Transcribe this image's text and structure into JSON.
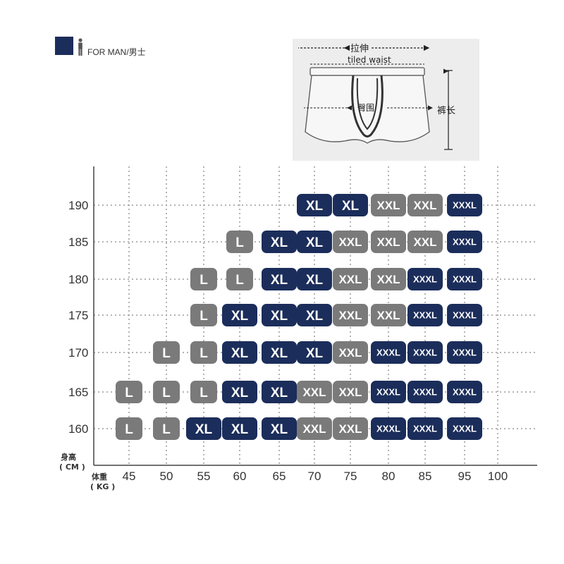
{
  "header": {
    "label": "FOR MAN/男士",
    "swatch_color": "#1b2d5a",
    "icon": "person-icon"
  },
  "diagram": {
    "stretch_label": "拉伸",
    "waist_label": "tiled waist",
    "hip_label": "臀围",
    "length_label": "裤长"
  },
  "chart_data": {
    "type": "table",
    "title": "",
    "x_axis": {
      "label_line1": "体重",
      "label_line2": "( KG )",
      "ticks": [
        45,
        50,
        55,
        60,
        65,
        70,
        75,
        80,
        85,
        95,
        100
      ]
    },
    "y_axis": {
      "label_line1": "身高",
      "label_line2": "( CM )",
      "ticks": [
        160,
        165,
        170,
        175,
        180,
        185,
        190
      ]
    },
    "grid": "dotted",
    "colors": {
      "navy": "#1b2d5a",
      "gray": "#7a7a7a"
    },
    "size_colors": {
      "L": "gray",
      "XL": "navy",
      "XXL": "gray",
      "XXXL": "navy"
    },
    "cells": [
      {
        "height": 190,
        "weight": 70,
        "size": "XL",
        "color": "navy"
      },
      {
        "height": 190,
        "weight": 75,
        "size": "XL",
        "color": "navy"
      },
      {
        "height": 190,
        "weight": 80,
        "size": "XXL",
        "color": "gray"
      },
      {
        "height": 190,
        "weight": 85,
        "size": "XXL",
        "color": "gray"
      },
      {
        "height": 190,
        "weight": 95,
        "size": "XXXL",
        "color": "navy"
      },
      {
        "height": 185,
        "weight": 60,
        "size": "L",
        "color": "gray"
      },
      {
        "height": 185,
        "weight": 65,
        "size": "XL",
        "color": "navy"
      },
      {
        "height": 185,
        "weight": 70,
        "size": "XL",
        "color": "navy"
      },
      {
        "height": 185,
        "weight": 75,
        "size": "XXL",
        "color": "gray"
      },
      {
        "height": 185,
        "weight": 80,
        "size": "XXL",
        "color": "gray"
      },
      {
        "height": 185,
        "weight": 85,
        "size": "XXL",
        "color": "gray"
      },
      {
        "height": 185,
        "weight": 95,
        "size": "XXXL",
        "color": "navy"
      },
      {
        "height": 180,
        "weight": 55,
        "size": "L",
        "color": "gray"
      },
      {
        "height": 180,
        "weight": 60,
        "size": "L",
        "color": "gray"
      },
      {
        "height": 180,
        "weight": 65,
        "size": "XL",
        "color": "navy"
      },
      {
        "height": 180,
        "weight": 70,
        "size": "XL",
        "color": "navy"
      },
      {
        "height": 180,
        "weight": 75,
        "size": "XXL",
        "color": "gray"
      },
      {
        "height": 180,
        "weight": 80,
        "size": "XXL",
        "color": "gray"
      },
      {
        "height": 180,
        "weight": 85,
        "size": "XXXL",
        "color": "navy"
      },
      {
        "height": 180,
        "weight": 95,
        "size": "XXXL",
        "color": "navy"
      },
      {
        "height": 175,
        "weight": 55,
        "size": "L",
        "color": "gray"
      },
      {
        "height": 175,
        "weight": 60,
        "size": "XL",
        "color": "navy"
      },
      {
        "height": 175,
        "weight": 65,
        "size": "XL",
        "color": "navy"
      },
      {
        "height": 175,
        "weight": 70,
        "size": "XL",
        "color": "navy"
      },
      {
        "height": 175,
        "weight": 75,
        "size": "XXL",
        "color": "gray"
      },
      {
        "height": 175,
        "weight": 80,
        "size": "XXL",
        "color": "gray"
      },
      {
        "height": 175,
        "weight": 85,
        "size": "XXXL",
        "color": "navy"
      },
      {
        "height": 175,
        "weight": 95,
        "size": "XXXL",
        "color": "navy"
      },
      {
        "height": 170,
        "weight": 50,
        "size": "L",
        "color": "gray"
      },
      {
        "height": 170,
        "weight": 55,
        "size": "L",
        "color": "gray"
      },
      {
        "height": 170,
        "weight": 60,
        "size": "XL",
        "color": "navy"
      },
      {
        "height": 170,
        "weight": 65,
        "size": "XL",
        "color": "navy"
      },
      {
        "height": 170,
        "weight": 70,
        "size": "XL",
        "color": "navy"
      },
      {
        "height": 170,
        "weight": 75,
        "size": "XXL",
        "color": "gray"
      },
      {
        "height": 170,
        "weight": 80,
        "size": "XXXL",
        "color": "navy"
      },
      {
        "height": 170,
        "weight": 85,
        "size": "XXXL",
        "color": "navy"
      },
      {
        "height": 170,
        "weight": 95,
        "size": "XXXL",
        "color": "navy"
      },
      {
        "height": 165,
        "weight": 45,
        "size": "L",
        "color": "gray"
      },
      {
        "height": 165,
        "weight": 50,
        "size": "L",
        "color": "gray"
      },
      {
        "height": 165,
        "weight": 55,
        "size": "L",
        "color": "gray"
      },
      {
        "height": 165,
        "weight": 60,
        "size": "XL",
        "color": "navy"
      },
      {
        "height": 165,
        "weight": 65,
        "size": "XL",
        "color": "navy"
      },
      {
        "height": 165,
        "weight": 70,
        "size": "XXL",
        "color": "gray"
      },
      {
        "height": 165,
        "weight": 75,
        "size": "XXL",
        "color": "gray"
      },
      {
        "height": 165,
        "weight": 80,
        "size": "XXXL",
        "color": "navy"
      },
      {
        "height": 165,
        "weight": 85,
        "size": "XXXL",
        "color": "navy"
      },
      {
        "height": 165,
        "weight": 95,
        "size": "XXXL",
        "color": "navy"
      },
      {
        "height": 160,
        "weight": 45,
        "size": "L",
        "color": "gray"
      },
      {
        "height": 160,
        "weight": 50,
        "size": "L",
        "color": "gray"
      },
      {
        "height": 160,
        "weight": 55,
        "size": "XL",
        "color": "navy"
      },
      {
        "height": 160,
        "weight": 60,
        "size": "XL",
        "color": "navy"
      },
      {
        "height": 160,
        "weight": 65,
        "size": "XL",
        "color": "navy"
      },
      {
        "height": 160,
        "weight": 70,
        "size": "XXL",
        "color": "gray"
      },
      {
        "height": 160,
        "weight": 75,
        "size": "XXL",
        "color": "gray"
      },
      {
        "height": 160,
        "weight": 80,
        "size": "XXXL",
        "color": "navy"
      },
      {
        "height": 160,
        "weight": 85,
        "size": "XXXL",
        "color": "navy"
      },
      {
        "height": 160,
        "weight": 95,
        "size": "XXXL",
        "color": "navy"
      }
    ]
  }
}
